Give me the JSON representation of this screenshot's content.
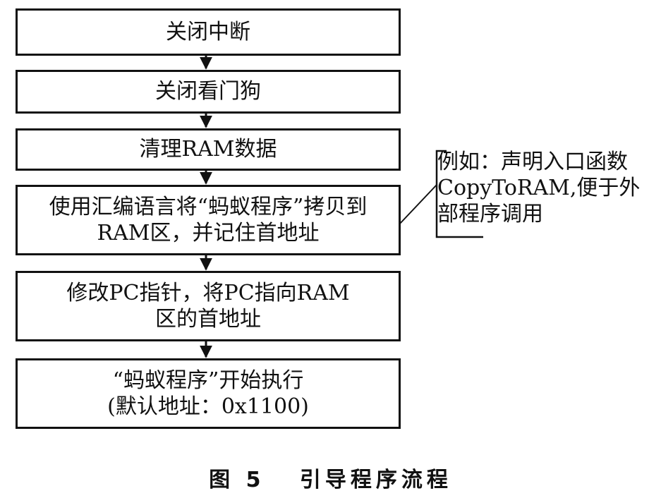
{
  "flow": {
    "step1": "关闭中断",
    "step2": "关闭看门狗",
    "step3": "清理RAM数据",
    "step4_line1": "使用汇编语言将“蚂蚁程序”拷贝到",
    "step4_line2": "RAM区，并记住首地址",
    "step5_line1": "修改PC指针，将PC指向RAM",
    "step5_line2": "区的首地址",
    "step6_line1": "“蚂蚁程序”开始执行",
    "step6_line2": "(默认地址：0x1100)"
  },
  "note": {
    "line1": "例如：声明入口函数",
    "line2": "CopyToRAM,便于外",
    "line3": "部程序调用"
  },
  "caption": "图 5   引导程序流程"
}
